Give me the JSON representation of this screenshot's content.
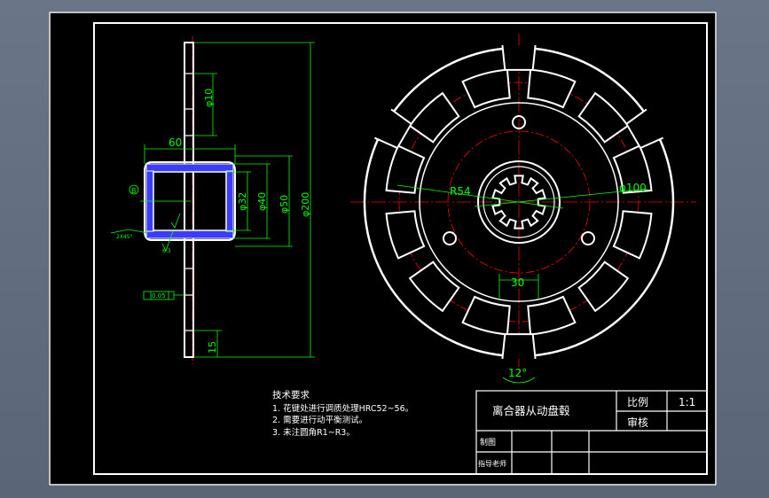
{
  "drawing": {
    "title": "离合器从动盘毂",
    "scale_label": "比例",
    "scale_value": "1:1",
    "review_label": "审核",
    "drawn_label": "制图",
    "teacher_label": "指导老师"
  },
  "tech_requirements": {
    "heading": "技术要求",
    "items": [
      "1. 花键处进行调质处理HRC52~56。",
      "2. 需要进行动平衡测试。",
      "3. 未注圆角R1~R3。"
    ]
  },
  "section_view": {
    "dims": {
      "d10": "φ10",
      "w60": "60",
      "d32": "φ32",
      "d40": "φ40",
      "d50": "φ50",
      "d200": "φ200",
      "h15": "15",
      "datum": "B",
      "chamfer": "2X45°",
      "roughness": "6.3",
      "tolerance": "0.05"
    }
  },
  "front_view": {
    "dims": {
      "r54": "R54",
      "d100": "φ100",
      "w30": "30",
      "angle": "12°"
    }
  },
  "colors": {
    "background": "#000000",
    "border": "#ffffff",
    "dimension": "#00ff00",
    "centerline": "#ff0000",
    "text": "#ffffff"
  }
}
